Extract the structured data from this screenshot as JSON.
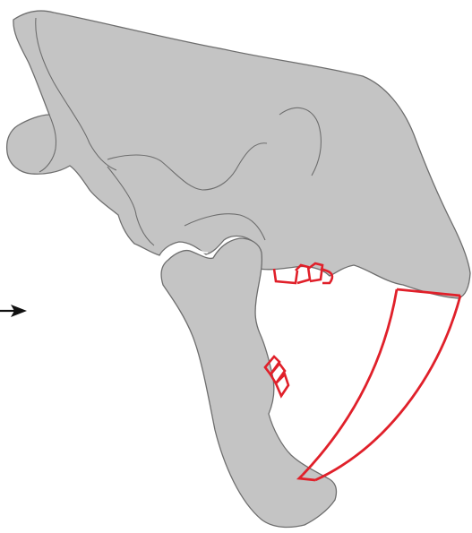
{
  "figure": {
    "description_visible_text": "",
    "colors": {
      "bone_fill": "#c4c4c4",
      "bone_stroke": "#6e6e6e",
      "muscle_stroke": "#e0202a",
      "arrow": "#111111",
      "background": "#ffffff"
    },
    "parts": {
      "cranium": "skull",
      "mandible": "lower-jaw",
      "canine_band_upper": "muscle-line",
      "teeth_upper": "upper-tooth-outlines",
      "teeth_lower": "lower-tooth-outlines",
      "pointer": "arrow-pointer"
    }
  }
}
